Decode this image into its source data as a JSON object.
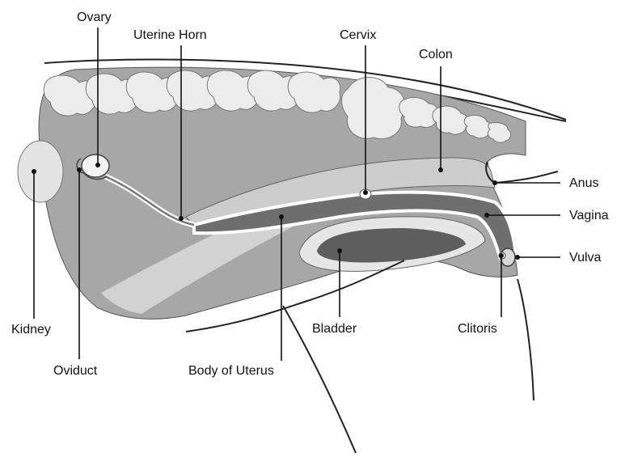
{
  "labels": {
    "ovary": "Ovary",
    "uterine_horn": "Uterine Horn",
    "cervix": "Cervix",
    "colon": "Colon",
    "anus": "Anus",
    "vagina": "Vagina",
    "vulva": "Vulva",
    "kidney": "Kidney",
    "oviduct": "Oviduct",
    "body_of_uterus": "Body of Uterus",
    "bladder": "Bladder",
    "clitoris": "Clitoris"
  },
  "colors": {
    "cavity": "#a7a7a7",
    "colon": "#cdcdcd",
    "vertebrae": "#ececec",
    "uterus": "#6e6e6e",
    "bladder_wall": "#e6e6e6",
    "bladder": "#5e5e5e",
    "light_band": "#d2d2d2"
  }
}
